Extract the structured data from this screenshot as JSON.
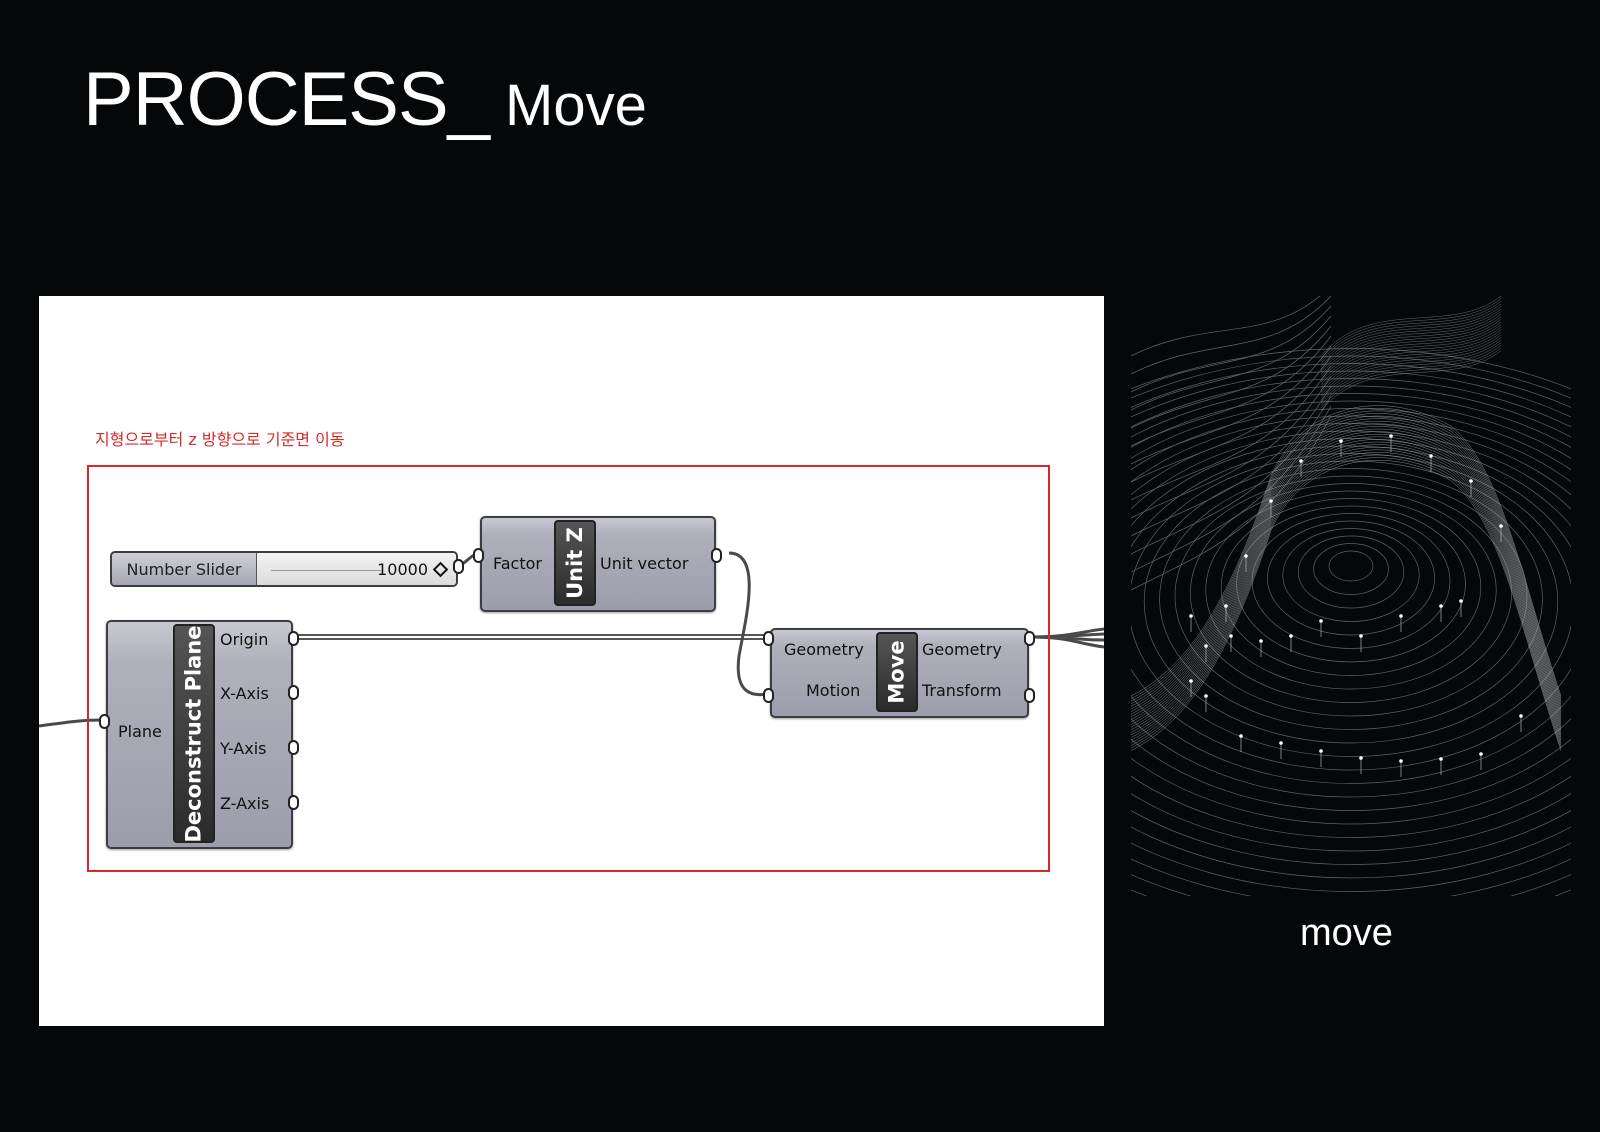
{
  "title": {
    "main": "PROCESS_",
    "sub": " Move"
  },
  "grasshopper": {
    "caption": "지형으로부터 z 방향으로 기준면 이동",
    "number_slider": {
      "label": "Number Slider",
      "value": "10000"
    },
    "unit_z": {
      "name": "Unit Z",
      "input": "Factor",
      "output": "Unit vector"
    },
    "deconstruct_plane": {
      "name": "Deconstruct Plane",
      "input": "Plane",
      "outputs": [
        "Origin",
        "X-Axis",
        "Y-Axis",
        "Z-Axis"
      ]
    },
    "move": {
      "name": "Move",
      "inputs": [
        "Geometry",
        "Motion"
      ],
      "outputs": [
        "Geometry",
        "Transform"
      ]
    },
    "colors": {
      "annotation": "#d9262a",
      "component": "#a8a8b6"
    }
  },
  "render": {
    "label": "move"
  }
}
